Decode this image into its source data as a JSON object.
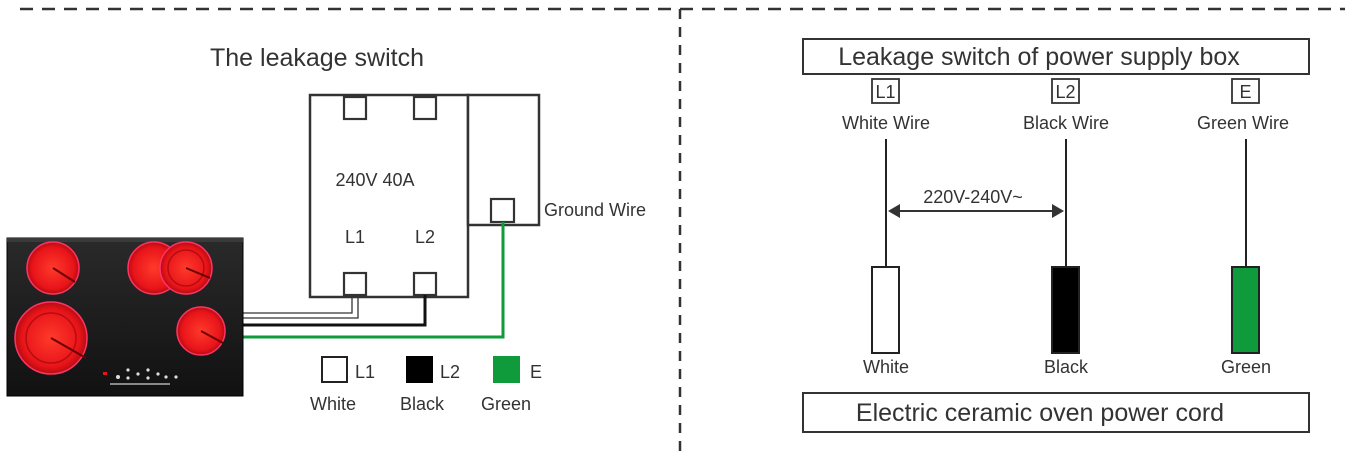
{
  "left_panel": {
    "title": "The leakage switch",
    "switch_rating": "240V 40A",
    "terminal_l1": "L1",
    "terminal_l2": "L2",
    "ground_label": "Ground Wire",
    "legend": [
      {
        "code": "L1",
        "color_name": "White",
        "swatch": "#ffffff"
      },
      {
        "code": "L2",
        "color_name": "Black",
        "swatch": "#000000"
      },
      {
        "code": "E",
        "color_name": "Green",
        "swatch": "#0f9a3c"
      }
    ]
  },
  "right_panel": {
    "top_box": "Leakage switch of power supply box",
    "terminals": [
      {
        "code": "L1",
        "wire": "White Wire",
        "color_name": "White",
        "swatch": "#ffffff"
      },
      {
        "code": "L2",
        "wire": "Black Wire",
        "color_name": "Black",
        "swatch": "#000000"
      },
      {
        "code": "E",
        "wire": "Green Wire",
        "color_name": "Green",
        "swatch": "#0f9a3c"
      }
    ],
    "voltage_label": "220V-240V~",
    "bottom_box": "Electric ceramic oven power cord"
  },
  "colors": {
    "burner_red": "#e8141a",
    "cooktop_black": "#1b1b1b",
    "ground_green": "#0f9a3c",
    "line": "#333333"
  }
}
